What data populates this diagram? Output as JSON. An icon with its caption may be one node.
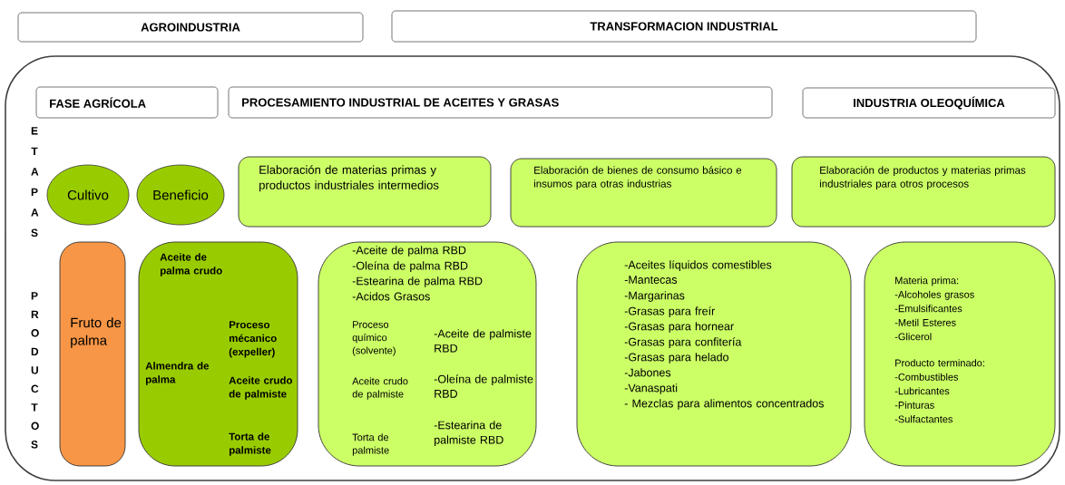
{
  "diagram": {
    "nodes": [
      {
        "text": [
          "AGROINDUSTRIA"
        ]
      },
      {
        "text": [
          "TRANSFORMACION INDUSTRIAL"
        ]
      },
      {
        "text": [],
        "shape": "box"
      },
      {
        "text": [
          "FASE AGRÍCOLA"
        ],
        "in": 2
      },
      {
        "text": [
          "PROCESAMIENTO INDUSTRIAL DE ACEITES Y GRASAS"
        ],
        "in": 2
      },
      {
        "text": [
          "INDUSTRIA OLEOQUÍMICA"
        ],
        "in": 2
      },
      {
        "text": [
          "Cultivo"
        ],
        "in": 2
      },
      {
        "text": [
          "Beneficio"
        ],
        "in": 2
      },
      {
        "text": [
          "Elaboración de materias primas y productos industriales intermedios"
        ],
        "in": 2
      },
      {
        "text": [
          "Elaboración de bienes de consumo básico e insumos para otras industrias"
        ],
        "in": 2
      },
      {
        "text": [
          "Elaboración de productos y materias primas industriales para otros procesos"
        ],
        "in": 2
      },
      {
        "text": [
          "Fruto de palma"
        ],
        "in": 2
      },
      {
        "text": [
          "Aceite de palma crudo",
          "Almendra de palma",
          "Proceso mécanico (expeller)",
          "Aceite crudo de palmiste",
          "Torta de palmiste"
        ],
        "in": 2
      },
      {
        "text": [
          "-Aceite de palma RBD",
          "-Oleína de palma RBD",
          "-Estearina de palma RBD",
          "-Acidos Grasos",
          "Proceso químico (solvente)",
          "Aceite crudo de palmiste",
          "Torta de palmiste",
          "-Aceite de palmiste RBD",
          "-Oleína de palmiste RBD",
          "-Estearina de palmiste RBD"
        ],
        "in": 2
      },
      {
        "text": [
          "-Aceites líquidos comestibles",
          "-Mantecas",
          "-Margarinas",
          "-Grasas para freír",
          "-Grasas para hornear",
          "-Grasas para confitería",
          "-Grasas para helado",
          "-Jabones",
          "-Vanaspati",
          "- Mezclas para alimentos concentrados"
        ],
        "in": 2
      },
      {
        "text": [
          "Materia prima:",
          "-Alcoholes grasos",
          "-Emulsificantes",
          "-Metil Esteres",
          "-Glicerol",
          "Producto terminado:",
          "-Combustibles",
          "-Lubricantes",
          "-Pinturas",
          "-Sulfactantes"
        ],
        "in": 2
      }
    ],
    "labels": [
      "ETAPAS",
      "PRODUCTOS"
    ]
  }
}
